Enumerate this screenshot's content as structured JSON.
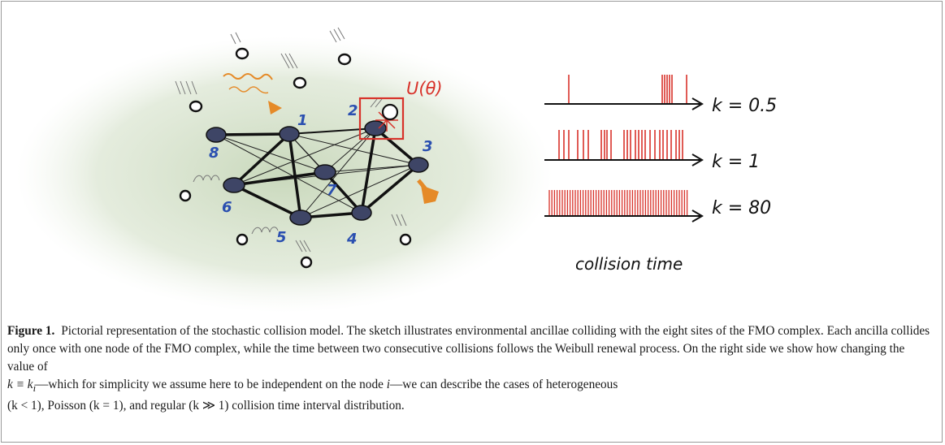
{
  "figure": {
    "nodes": [
      {
        "id": "1",
        "label": "1"
      },
      {
        "id": "2",
        "label": "2"
      },
      {
        "id": "3",
        "label": "3"
      },
      {
        "id": "4",
        "label": "4"
      },
      {
        "id": "5",
        "label": "5"
      },
      {
        "id": "6",
        "label": "6"
      },
      {
        "id": "7",
        "label": "7"
      },
      {
        "id": "8",
        "label": "8"
      }
    ],
    "unitary_label": "U(θ)",
    "timelines": [
      {
        "label": "k = 0.5"
      },
      {
        "label": "k = 1"
      },
      {
        "label": "k = 80"
      }
    ],
    "x_caption": "collision time",
    "colors": {
      "node_fill": "#3e4566",
      "node_label": "#2a4fb0",
      "collision": "#d8322a",
      "arrow_orange": "#e58a28",
      "background_wash": "#cfdcc2",
      "ink": "#111111"
    }
  },
  "caption": {
    "label": "Figure 1.",
    "text_1": "Pictorial representation of the stochastic collision model. The sketch illustrates environmental ancillae colliding with the eight sites of the FMO complex. Each ancilla collides only once with one node of the FMO complex, while the time between two consecutive collisions follows the Weibull renewal process. On the right side we show how changing the value of",
    "math_k_def": "k ≡ k",
    "math_sub_i": "i",
    "text_2": "—which for simplicity we assume here to be independent on the node",
    "math_node_i": "i",
    "text_3": "—we can describe the cases of heterogeneous",
    "case_1": "(k < 1), Poisson (k = 1), and regular (k ≫ 1) collision time interval distribution."
  }
}
